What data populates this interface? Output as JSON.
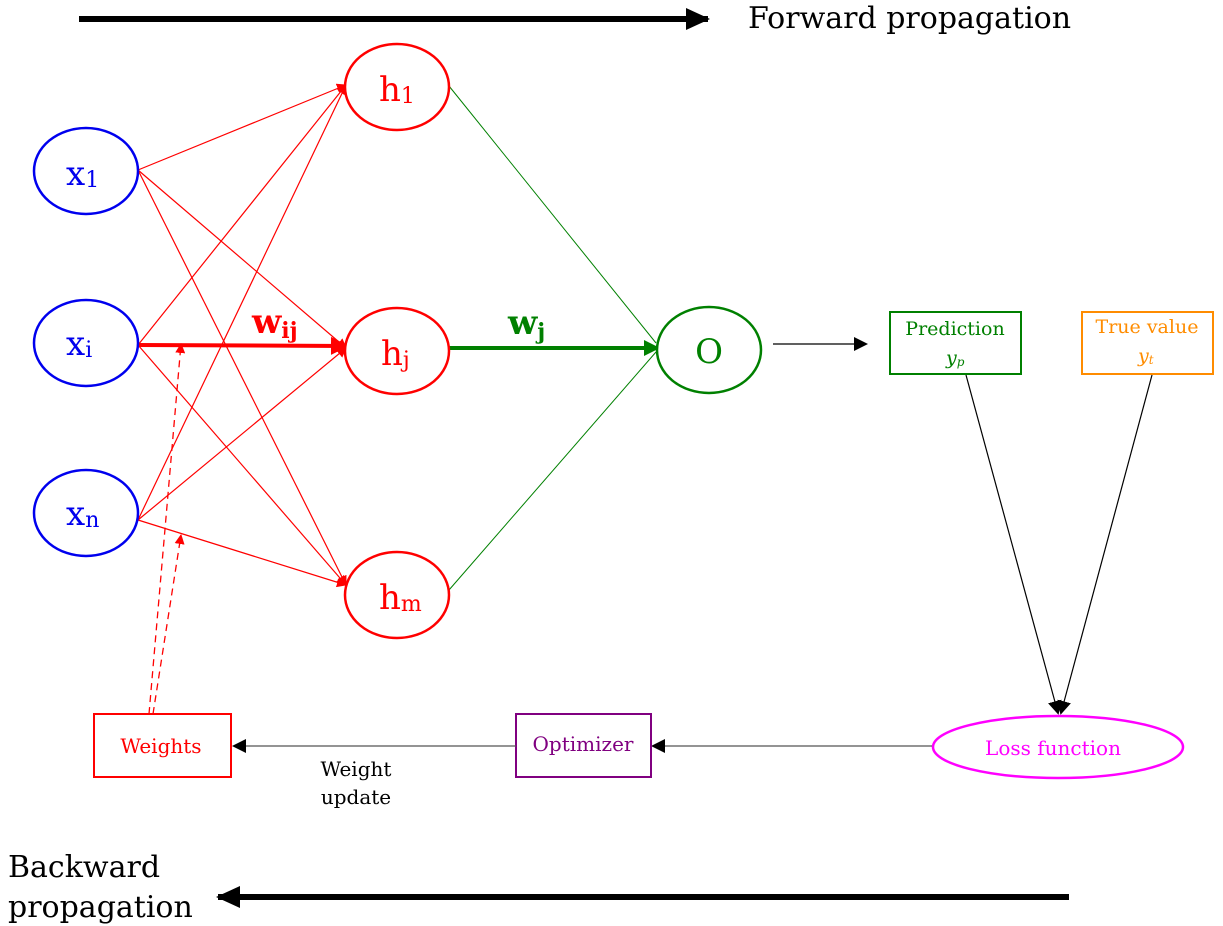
{
  "colors": {
    "input": "#0000ee",
    "hidden": "#ff0000",
    "output": "#008000",
    "prediction": "#008000",
    "true_value": "#ff8c00",
    "loss": "#ff00ff",
    "optimizer": "#800080",
    "weights": "#ff0000",
    "arrow": "#000000"
  },
  "forward": {
    "label": "Forward propagation"
  },
  "backward": {
    "line1": "Backward",
    "line2": "propagation"
  },
  "inputs": [
    {
      "base": "x",
      "sub": "1"
    },
    {
      "base": "x",
      "sub": "i"
    },
    {
      "base": "x",
      "sub": "n"
    }
  ],
  "hidden": [
    {
      "base": "h",
      "sub": "1"
    },
    {
      "base": "h",
      "sub": "j"
    },
    {
      "base": "h",
      "sub": "m"
    }
  ],
  "output": {
    "label": "O"
  },
  "weight_labels": {
    "wij": {
      "base": "w",
      "sub": "ij"
    },
    "wj": {
      "base": "w",
      "sub": "j"
    }
  },
  "prediction": {
    "title": "Prediction",
    "symbol": "y",
    "sub": "p"
  },
  "true_value": {
    "title": "True value",
    "symbol": "y",
    "sub": "t"
  },
  "loss": {
    "label": "Loss function"
  },
  "optimizer": {
    "label": "Optimizer"
  },
  "weights": {
    "label": "Weights"
  },
  "weight_update": {
    "line1": "Weight",
    "line2": "update"
  }
}
